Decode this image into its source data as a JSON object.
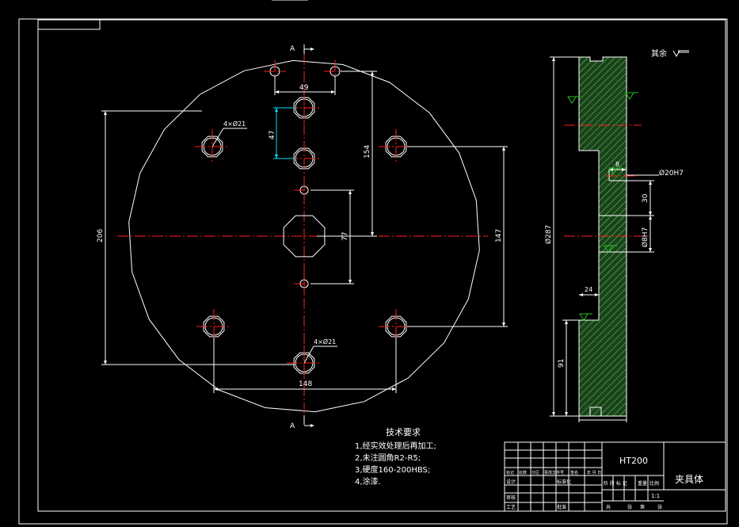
{
  "colors": {
    "background": "#000000",
    "line": "#ffffff",
    "center_line": "#ff2020",
    "hatch": "#2e7a2e",
    "dimension_cyan": "#00e5ff",
    "surface_mark": "#22c41f"
  },
  "view_label": "A",
  "front_view": {
    "dims": {
      "d49": "49",
      "d47": "47",
      "d154": "154",
      "d206": "206",
      "d147": "147",
      "d77": "77",
      "d148": "148",
      "holes_top": "4×Ø21",
      "holes_bottom": "4×Ø21"
    }
  },
  "side_view": {
    "rough_note": "其余",
    "dims": {
      "d287": "Ø287",
      "d20h7": "Ø20H7",
      "d30": "30",
      "d8h7": "Ø8H7",
      "d8": "8",
      "d24": "24",
      "d91": "91"
    }
  },
  "notes": {
    "title": "技术要求",
    "items": [
      "1,经实效处理后再加工;",
      "2,未注圆角R2-R5;",
      "3,硬度160-200HBS;",
      "4,涂漆."
    ]
  },
  "title_block": {
    "material": "HT200",
    "part_name": "夹具体",
    "scale": "1:1",
    "rows_left": [
      "标记",
      "处数",
      "分区",
      "更改文件号",
      "签名",
      "年 月 日"
    ],
    "labels": {
      "design": "设计",
      "standard": "标准化",
      "review": "审核",
      "process": "工艺",
      "approve": "批准",
      "stage": "阶 段 标 记",
      "weight": "重量",
      "ratio": "比例",
      "sheet_total": "共",
      "sheet": "张",
      "sheet_no": "第",
      "sheet2": "张"
    }
  }
}
